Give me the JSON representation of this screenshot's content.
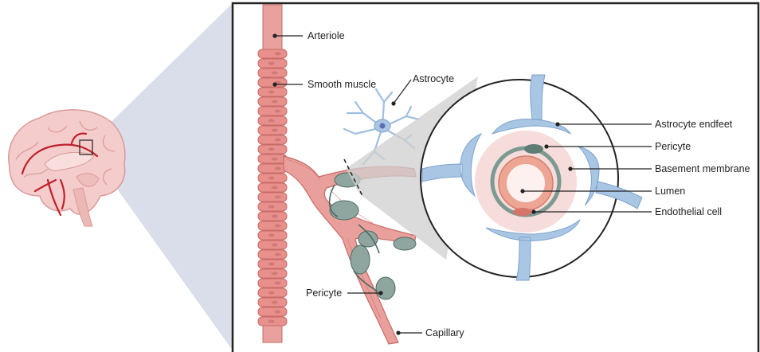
{
  "labels": {
    "arteriole": "Arteriole",
    "smooth_muscle": "Smooth muscle",
    "astrocyte": "Astrocyte",
    "astrocyte_endfeet": "Astrocyte endfeet",
    "pericyte_cross_section": "Pericyte",
    "basement_membrane": "Basement membrane",
    "lumen": "Lumen",
    "endothelial_cell": "Endothelial cell",
    "pericyte_vessel": "Pericyte",
    "capillary": "Capillary"
  },
  "colors": {
    "vessel": "#e8908c",
    "vessel_dark": "#c86b67",
    "pericyte": "#7d9a92",
    "astrocyte": "#a9c6e4",
    "basement_membrane": "#f5d9d8",
    "zoom_wedge": "#d3d8e6",
    "brain": "#f2c4c4",
    "brain_artery": "#c0202a",
    "frame": "#222222"
  }
}
